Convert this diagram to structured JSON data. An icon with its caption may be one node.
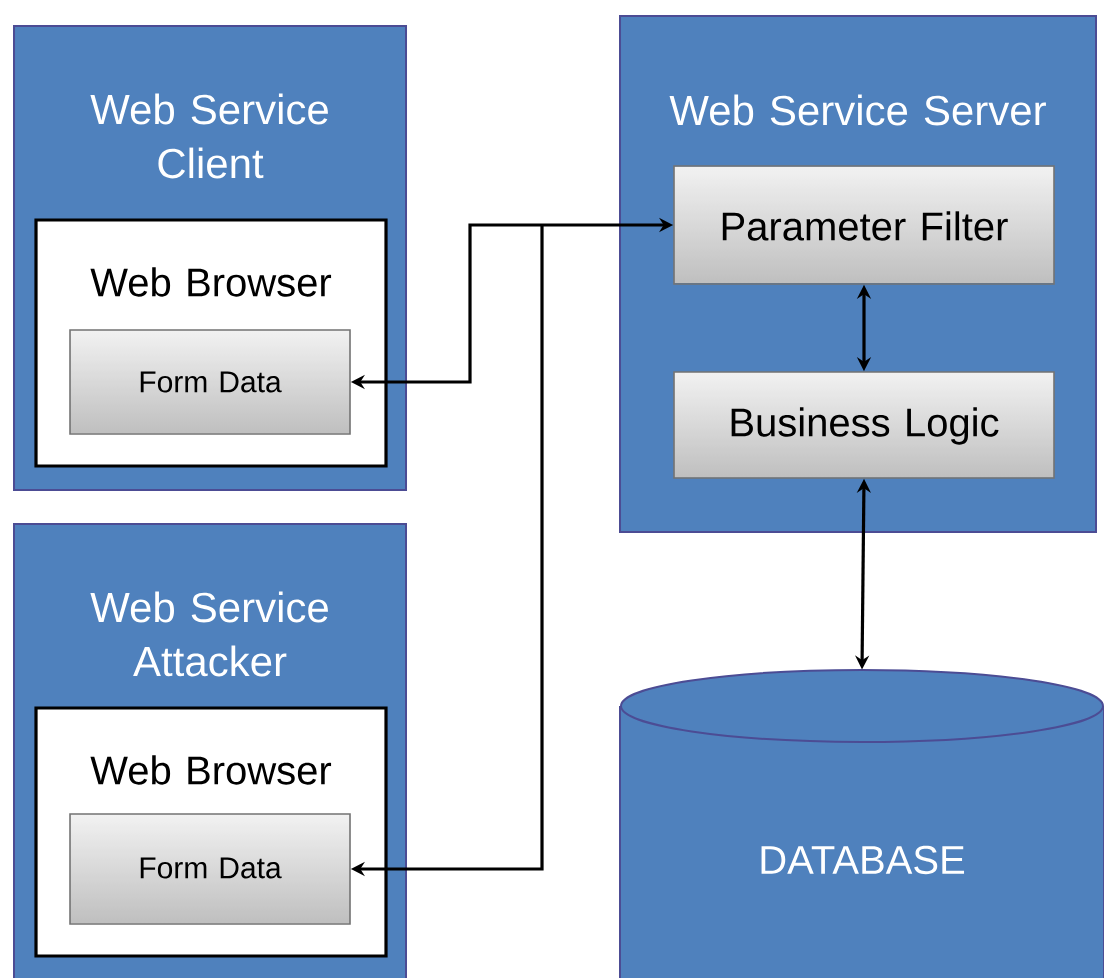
{
  "diagram": {
    "nodes": [
      {
        "text": [
          "Web Service Client"
        ]
      },
      {
        "text": [
          "Web Browser"
        ],
        "in": 0
      },
      {
        "text": [
          "Form Data"
        ],
        "in": 1
      },
      {
        "text": [
          "Web Service Attacker"
        ]
      },
      {
        "text": [
          "Web Browser"
        ],
        "in": 3
      },
      {
        "text": [
          "Form Data"
        ],
        "in": 4
      },
      {
        "text": [
          "Web Service Server"
        ]
      },
      {
        "text": [
          "Parameter Filter"
        ],
        "in": 6
      },
      {
        "text": [
          "Business Logic"
        ],
        "in": 6
      },
      {
        "text": [
          "DATABASE"
        ]
      }
    ],
    "edges": [
      {
        "from": 2,
        "to": 7,
        "arrow": "both"
      },
      {
        "from": 5,
        "to": 7,
        "arrow": "both"
      },
      {
        "from": 7,
        "to": 8,
        "arrow": "both"
      },
      {
        "from": 8,
        "to": 9,
        "arrow": "both"
      }
    ]
  }
}
